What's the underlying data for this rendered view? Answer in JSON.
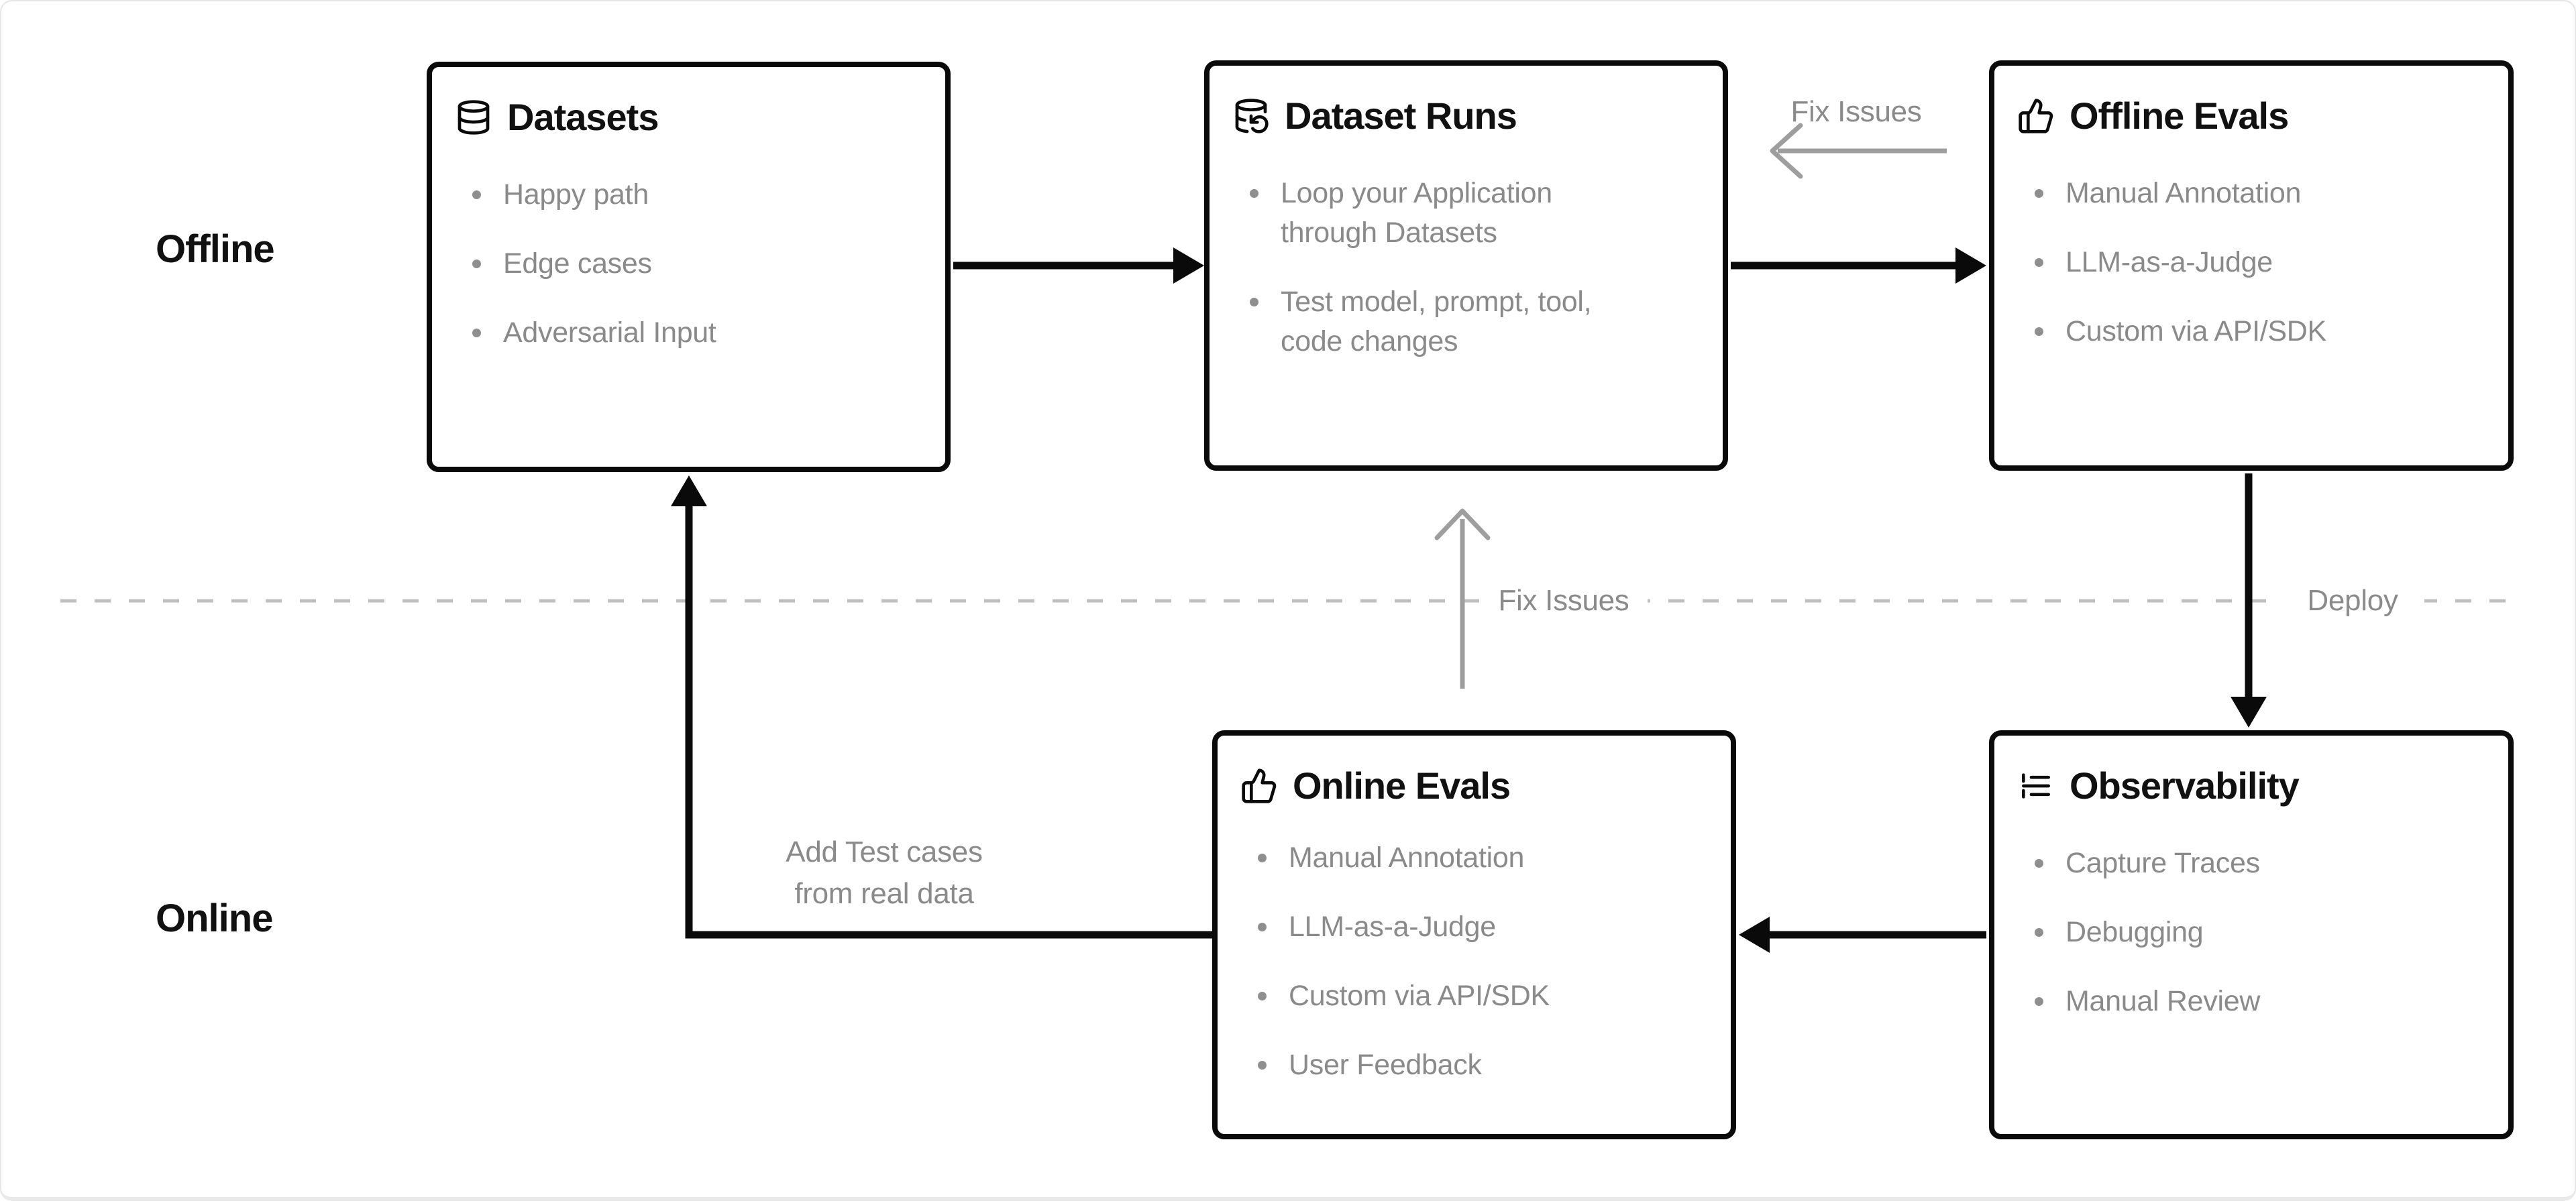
{
  "rows": {
    "offline": "Offline",
    "online": "Online"
  },
  "boxes": [
    {
      "title": "Datasets",
      "icon": "database-icon",
      "items": [
        "Happy path",
        "Edge cases",
        "Adversarial Input"
      ]
    },
    {
      "title": "Dataset Runs",
      "icon": "database-refresh-icon",
      "items": [
        "Loop your Application through Datasets",
        "Test model, prompt, tool, code changes"
      ]
    },
    {
      "title": "Offline Evals",
      "icon": "thumbs-up-icon",
      "items": [
        "Manual Annotation",
        "LLM-as-a-Judge",
        "Custom via API/SDK"
      ]
    },
    {
      "title": "Online Evals",
      "icon": "thumbs-up-icon",
      "items": [
        "Manual Annotation",
        "LLM-as-a-Judge",
        "Custom via API/SDK",
        "User Feedback"
      ]
    },
    {
      "title": "Observability",
      "icon": "trace-list-icon",
      "items": [
        "Capture Traces",
        "Debugging",
        "Manual Review"
      ]
    }
  ],
  "edges": {
    "fix_issues_top": "Fix Issues",
    "fix_issues_middle": "Fix Issues",
    "deploy": "Deploy",
    "add_test_cases": [
      "Add Test cases",
      "from real data"
    ]
  },
  "colors": {
    "box_border": "#0a0a0a",
    "muted_text": "#8a8a8a",
    "gray_arrow": "#9e9e9e",
    "dashed_divider": "#bfbfbf"
  }
}
